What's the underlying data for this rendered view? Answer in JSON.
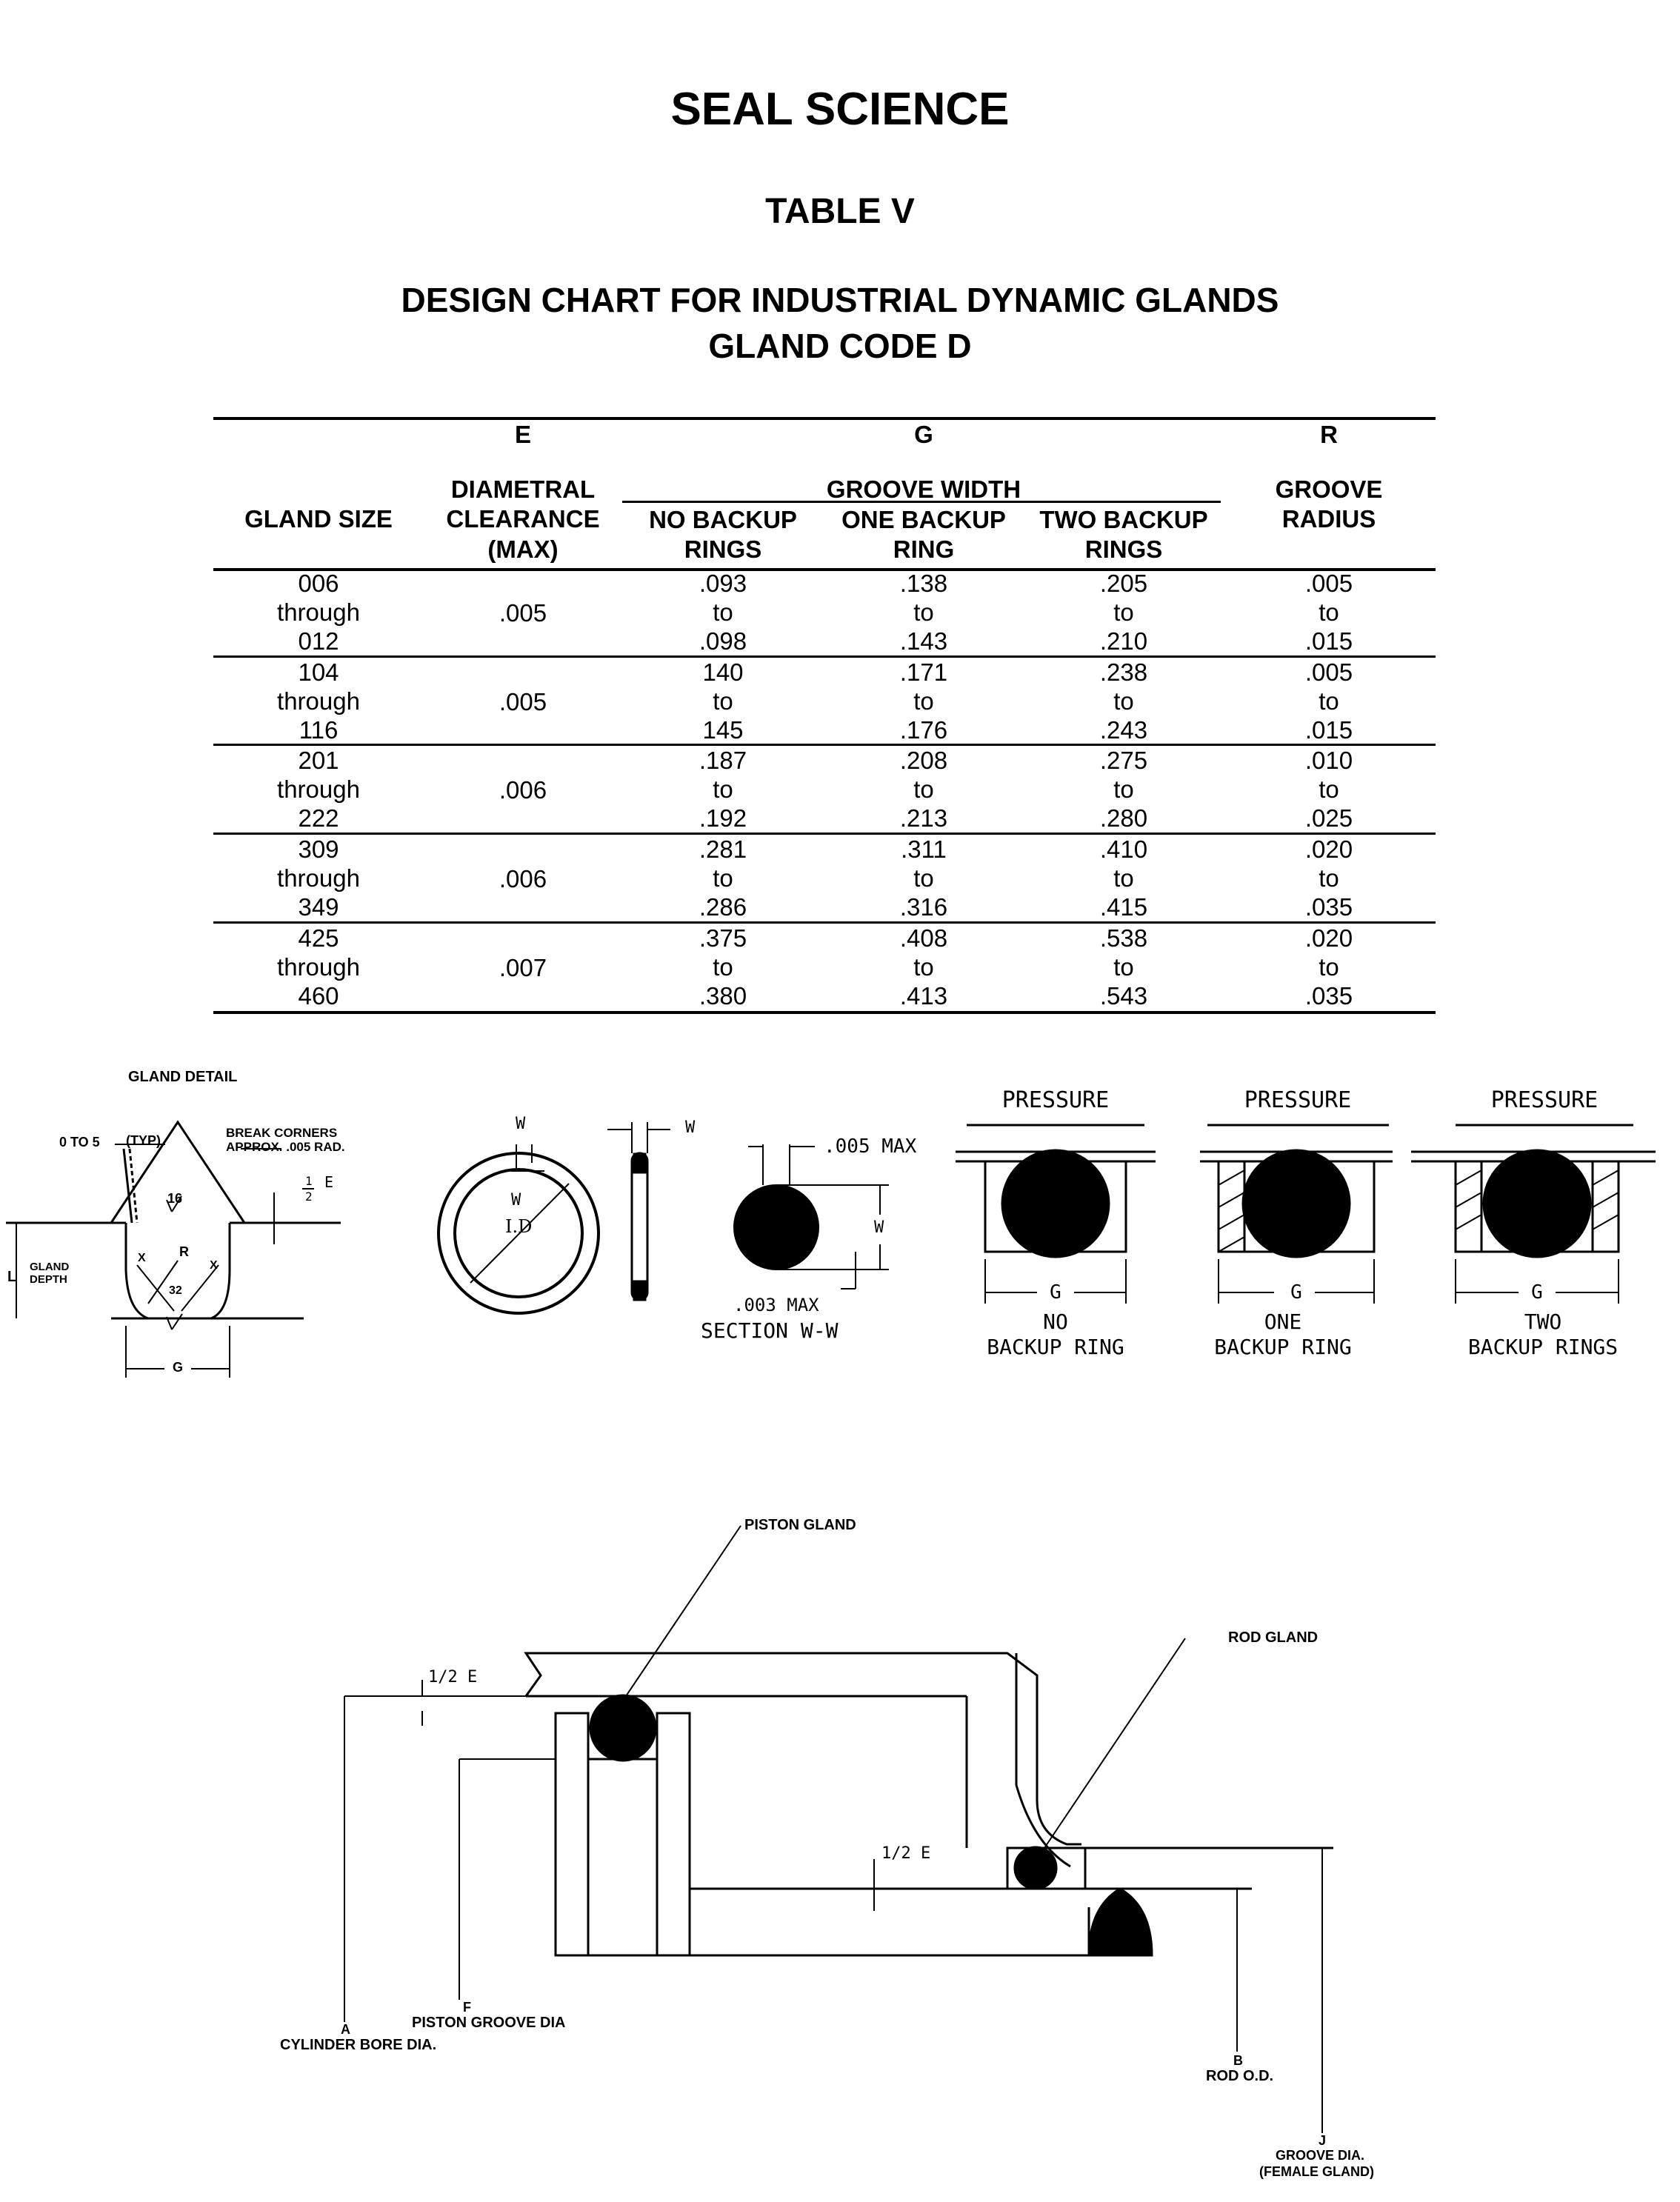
{
  "header": {
    "title": "SEAL SCIENCE",
    "table_label": "TABLE V",
    "subtitle_line1": "DESIGN CHART FOR INDUSTRIAL DYNAMIC GLANDS",
    "subtitle_line2": "GLAND CODE D"
  },
  "table": {
    "col_letters": {
      "e": "E",
      "g": "G",
      "r": "R"
    },
    "headers": {
      "gland_size": "GLAND SIZE",
      "diametral": "DIAMETRAL",
      "clearance": "CLEARANCE",
      "max": "(MAX)",
      "groove_width": "GROOVE WIDTH",
      "no_backup_1": "NO BACKUP",
      "no_backup_2": "RINGS",
      "one_backup_1": "ONE BACKUP",
      "one_backup_2": "RING",
      "two_backup_1": "TWO BACKUP",
      "two_backup_2": "RINGS",
      "groove": "GROOVE",
      "radius": "RADIUS"
    },
    "rows": [
      {
        "size": [
          "006",
          "through",
          "012"
        ],
        "clearance": ".005",
        "no_backup": [
          ".093",
          "to",
          ".098"
        ],
        "one_backup": [
          ".138",
          "to",
          ".143"
        ],
        "two_backup": [
          ".205",
          "to",
          ".210"
        ],
        "radius": [
          ".005",
          "to",
          ".015"
        ]
      },
      {
        "size": [
          "104",
          "through",
          "116"
        ],
        "clearance": ".005",
        "no_backup": [
          "140",
          "to",
          "145"
        ],
        "one_backup": [
          ".171",
          "to",
          ".176"
        ],
        "two_backup": [
          ".238",
          "to",
          ".243"
        ],
        "radius": [
          ".005",
          "to",
          ".015"
        ]
      },
      {
        "size": [
          "201",
          "through",
          "222"
        ],
        "clearance": ".006",
        "no_backup": [
          ".187",
          "to",
          ".192"
        ],
        "one_backup": [
          ".208",
          "to",
          ".213"
        ],
        "two_backup": [
          ".275",
          "to",
          ".280"
        ],
        "radius": [
          ".010",
          "to",
          ".025"
        ]
      },
      {
        "size": [
          "309",
          "through",
          "349"
        ],
        "clearance": ".006",
        "no_backup": [
          ".281",
          "to",
          ".286"
        ],
        "one_backup": [
          ".311",
          "to",
          ".316"
        ],
        "two_backup": [
          ".410",
          "to",
          ".415"
        ],
        "radius": [
          ".020",
          "to",
          ".035"
        ]
      },
      {
        "size": [
          "425",
          "through",
          "460"
        ],
        "clearance": ".007",
        "no_backup": [
          ".375",
          "to",
          ".380"
        ],
        "one_backup": [
          ".408",
          "to",
          ".413"
        ],
        "two_backup": [
          ".538",
          "to",
          ".543"
        ],
        "radius": [
          ".020",
          "to",
          ".035"
        ]
      }
    ]
  },
  "gland_detail": {
    "title": "GLAND DETAIL",
    "zero_to_five": "0 TO 5",
    "typ": "(TYP)",
    "break_corners_1": "BREAK CORNERS",
    "break_corners_2": "APPROX. .005 RAD.",
    "half_num": "1",
    "half_den": "2",
    "e": "E",
    "sixteen": "16",
    "r": "R",
    "x": "X",
    "thirty_two": "32",
    "l": "L",
    "gland": "GLAND",
    "depth": "DEPTH",
    "g": "G"
  },
  "oring": {
    "w": "W",
    "id": "I.D",
    "max_005": ".005  MAX",
    "max_003": ".003  MAX",
    "section": "SECTION  W-W"
  },
  "backup_views": [
    {
      "pressure": "PRESSURE",
      "g": "G",
      "line1": "NO",
      "line2": "BACKUP  RING"
    },
    {
      "pressure": "PRESSURE",
      "g": "G",
      "line1": "ONE",
      "line2": "BACKUP  RING"
    },
    {
      "pressure": "PRESSURE",
      "g": "G",
      "line1": "TWO",
      "line2": "BACKUP  RINGS"
    }
  ],
  "assembly": {
    "piston_gland": "PISTON  GLAND",
    "rod_gland": "ROD  GLAND",
    "half_e": "1/2  E",
    "f": "F",
    "piston_groove_dia": "PISTON  GROOVE  DIA",
    "a": "A",
    "cylinder_bore_dia": "CYLINDER  BORE  DIA.",
    "b": "B",
    "rod_od": "ROD  O.D.",
    "j": "J",
    "groove_dia": "GROOVE DIA.",
    "female_gland": "(FEMALE GLAND)"
  }
}
